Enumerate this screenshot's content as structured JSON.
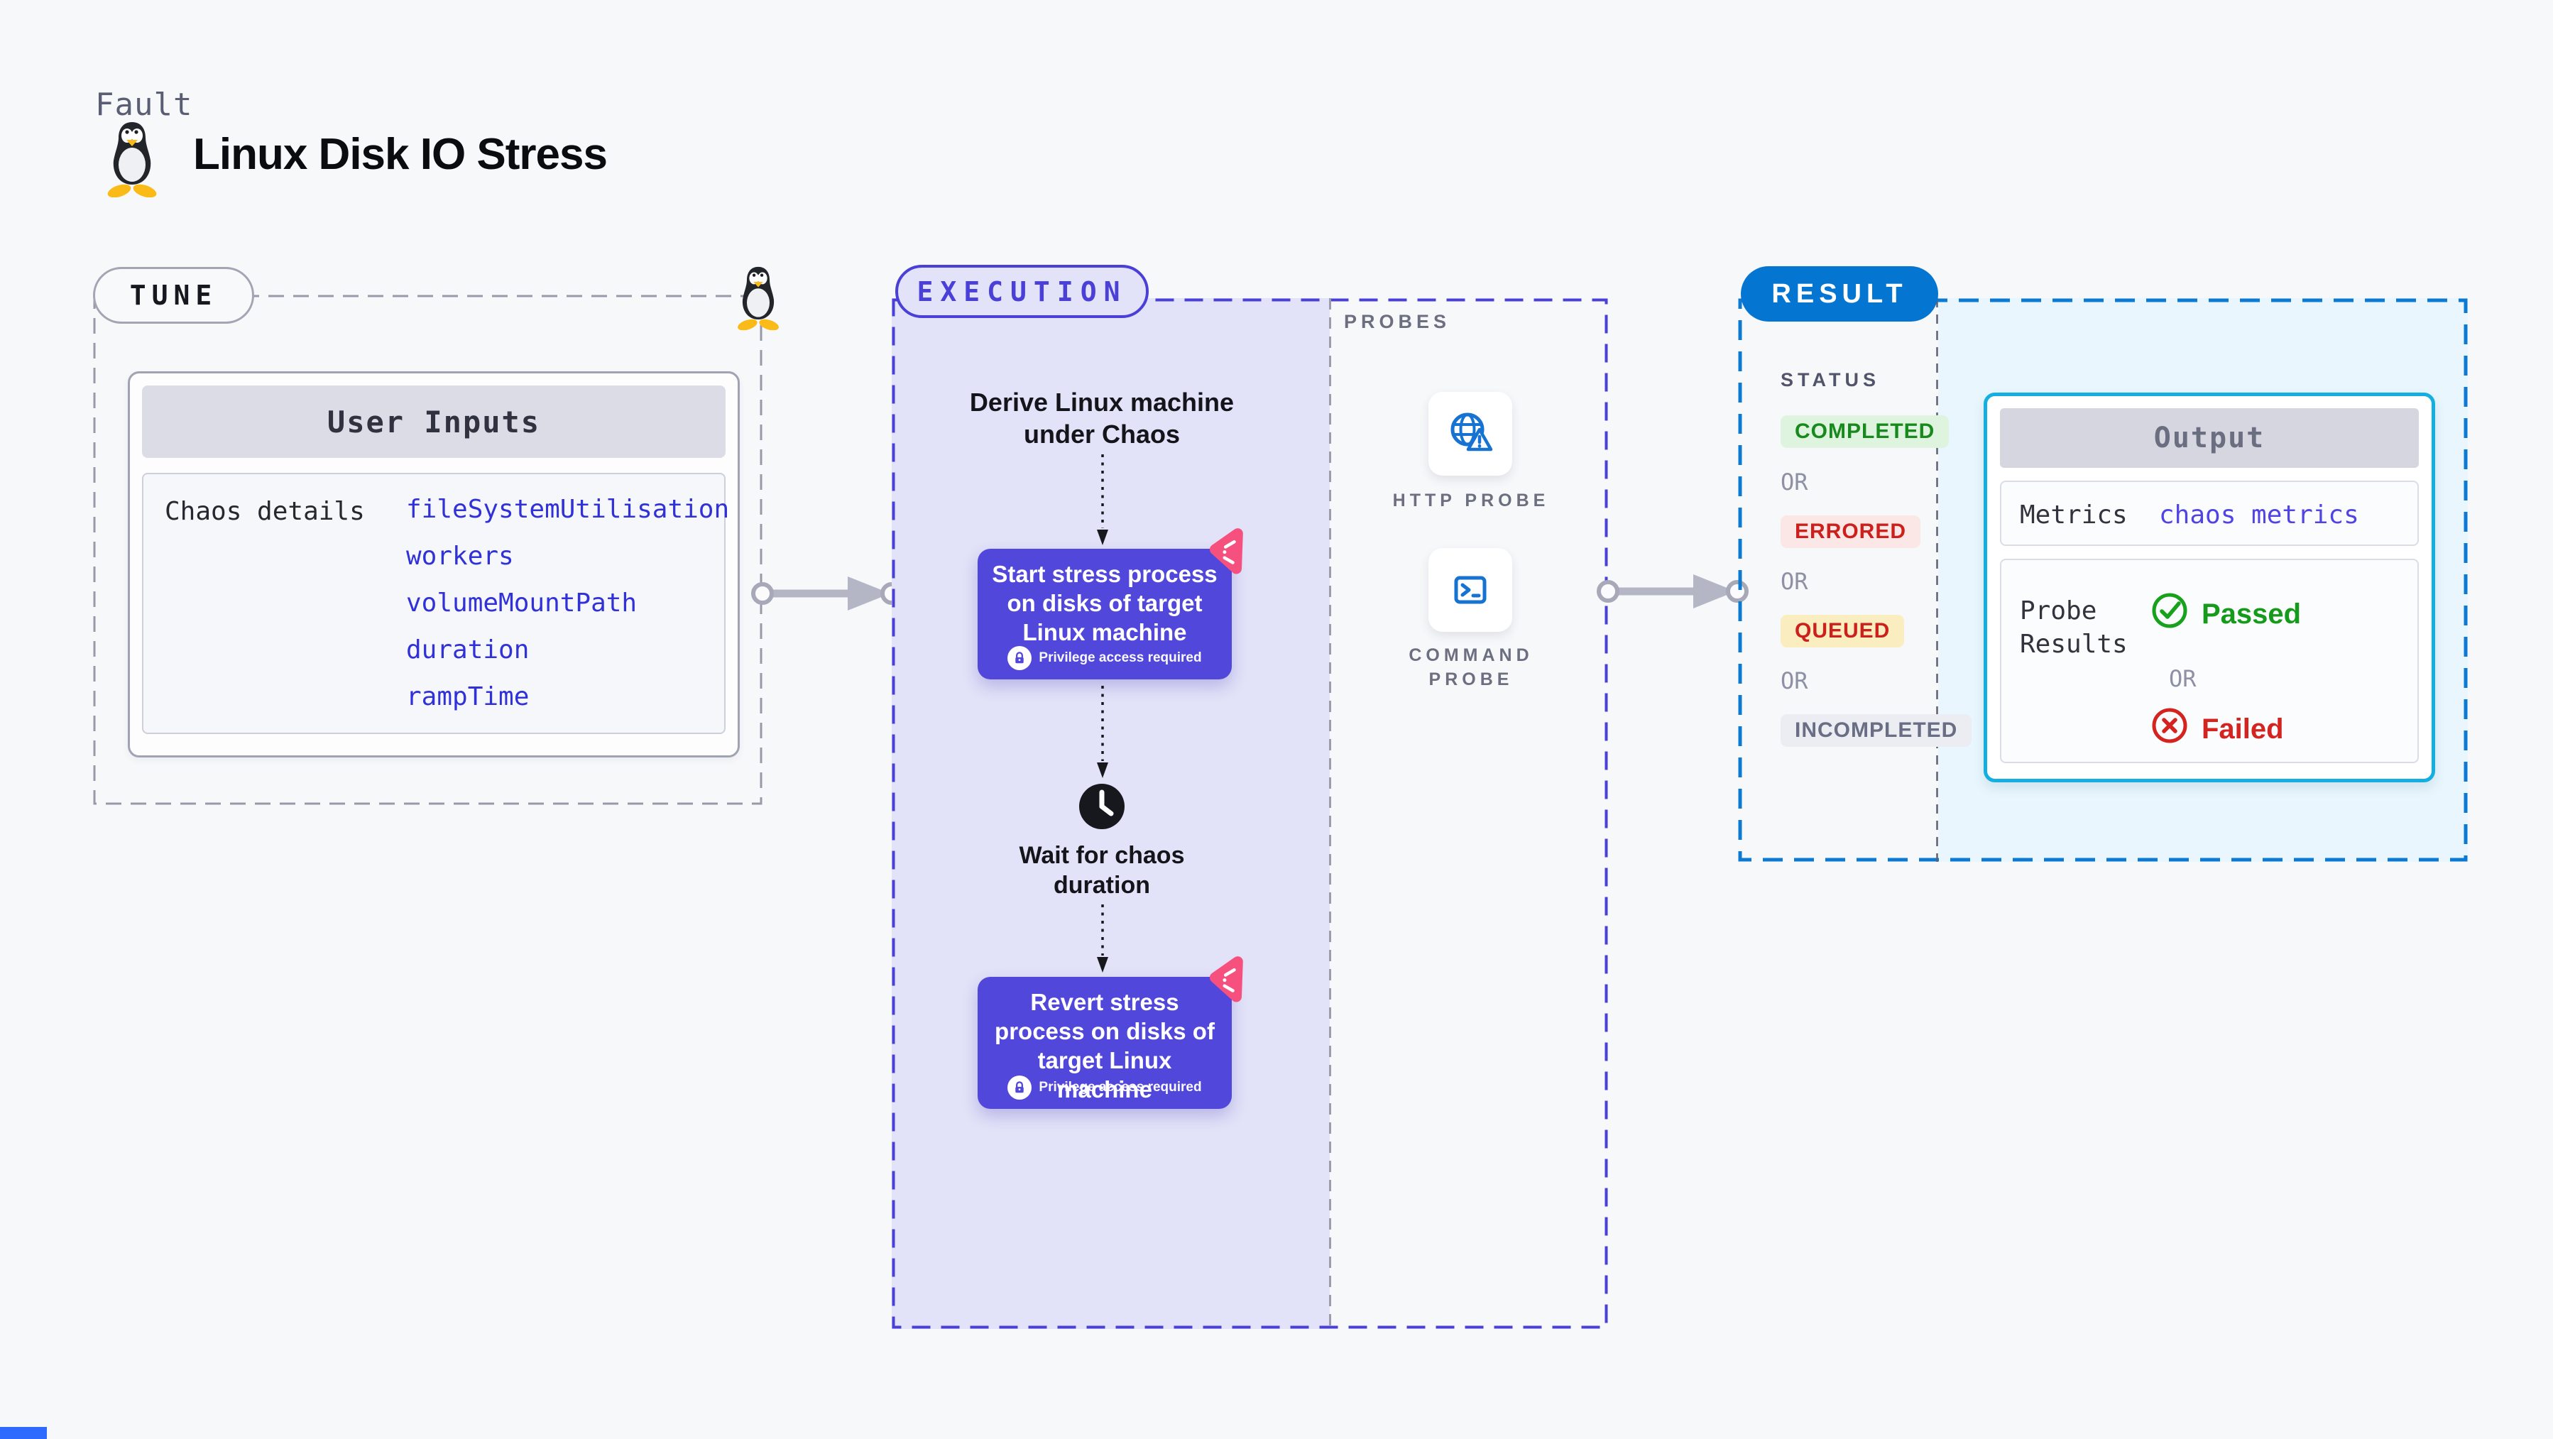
{
  "header": {
    "eyebrow": "Fault",
    "title": "Linux Disk IO Stress",
    "logo_icon": "tux-penguin-icon"
  },
  "tune": {
    "label": "TUNE",
    "corner_icon": "tux-penguin-icon",
    "card": {
      "title": "User Inputs",
      "row_label": "Chaos details",
      "inputs": [
        "fileSystemUtilisation",
        "workers",
        "volumeMountPath",
        "duration",
        "rampTime"
      ]
    }
  },
  "execution": {
    "label": "EXECUTION",
    "flow": {
      "start_node": "Derive Linux machine under Chaos",
      "step1": {
        "text": "Start stress process on disks of target Linux machine",
        "badge": "Privilege access required",
        "corner_icon": "chaos-icon",
        "lock_icon": "lock-icon"
      },
      "wait_node": {
        "icon": "clock-icon",
        "text": "Wait for chaos duration"
      },
      "step2": {
        "text": "Revert stress process on disks of target Linux machine",
        "badge": "Privilege access required",
        "corner_icon": "chaos-icon",
        "lock_icon": "lock-icon"
      }
    }
  },
  "probes": {
    "label": "PROBES",
    "items": [
      {
        "icon": "globe-alert-icon",
        "label": "HTTP PROBE"
      },
      {
        "icon": "terminal-icon",
        "label": "COMMAND PROBE"
      }
    ]
  },
  "result": {
    "label": "RESULT",
    "status": {
      "title": "STATUS",
      "sequence": [
        {
          "label": "COMPLETED",
          "type": "success"
        },
        {
          "label": "OR",
          "type": "or"
        },
        {
          "label": "ERRORED",
          "type": "error"
        },
        {
          "label": "OR",
          "type": "or"
        },
        {
          "label": "QUEUED",
          "type": "warning"
        },
        {
          "label": "OR",
          "type": "or"
        },
        {
          "label": "INCOMPLETED",
          "type": "neutral"
        }
      ]
    },
    "output": {
      "title": "Output",
      "metrics": {
        "label": "Metrics",
        "value": "chaos metrics"
      },
      "probe_results": {
        "label": "Probe Results",
        "passed": "Passed",
        "or": "OR",
        "failed": "Failed"
      }
    }
  },
  "colors": {
    "page_bg": "#F7F8FA",
    "step_indigo": "#5247DB",
    "execution_border": "#4A40D8",
    "execution_panel": "#E2E2F8",
    "result_blue": "#0575D2",
    "result_panel": "#E9F6FD",
    "output_border": "#15AEE0",
    "probe_icon_blue": "#1673D1",
    "chaos_pink": "#F6517E",
    "input_value_blue": "#3131D8",
    "success_green": "#188A1D",
    "error_red": "#CB201C",
    "passed_green": "#169A1B",
    "failed_red": "#D42420",
    "arrow_gray": "#B5B6C5"
  }
}
